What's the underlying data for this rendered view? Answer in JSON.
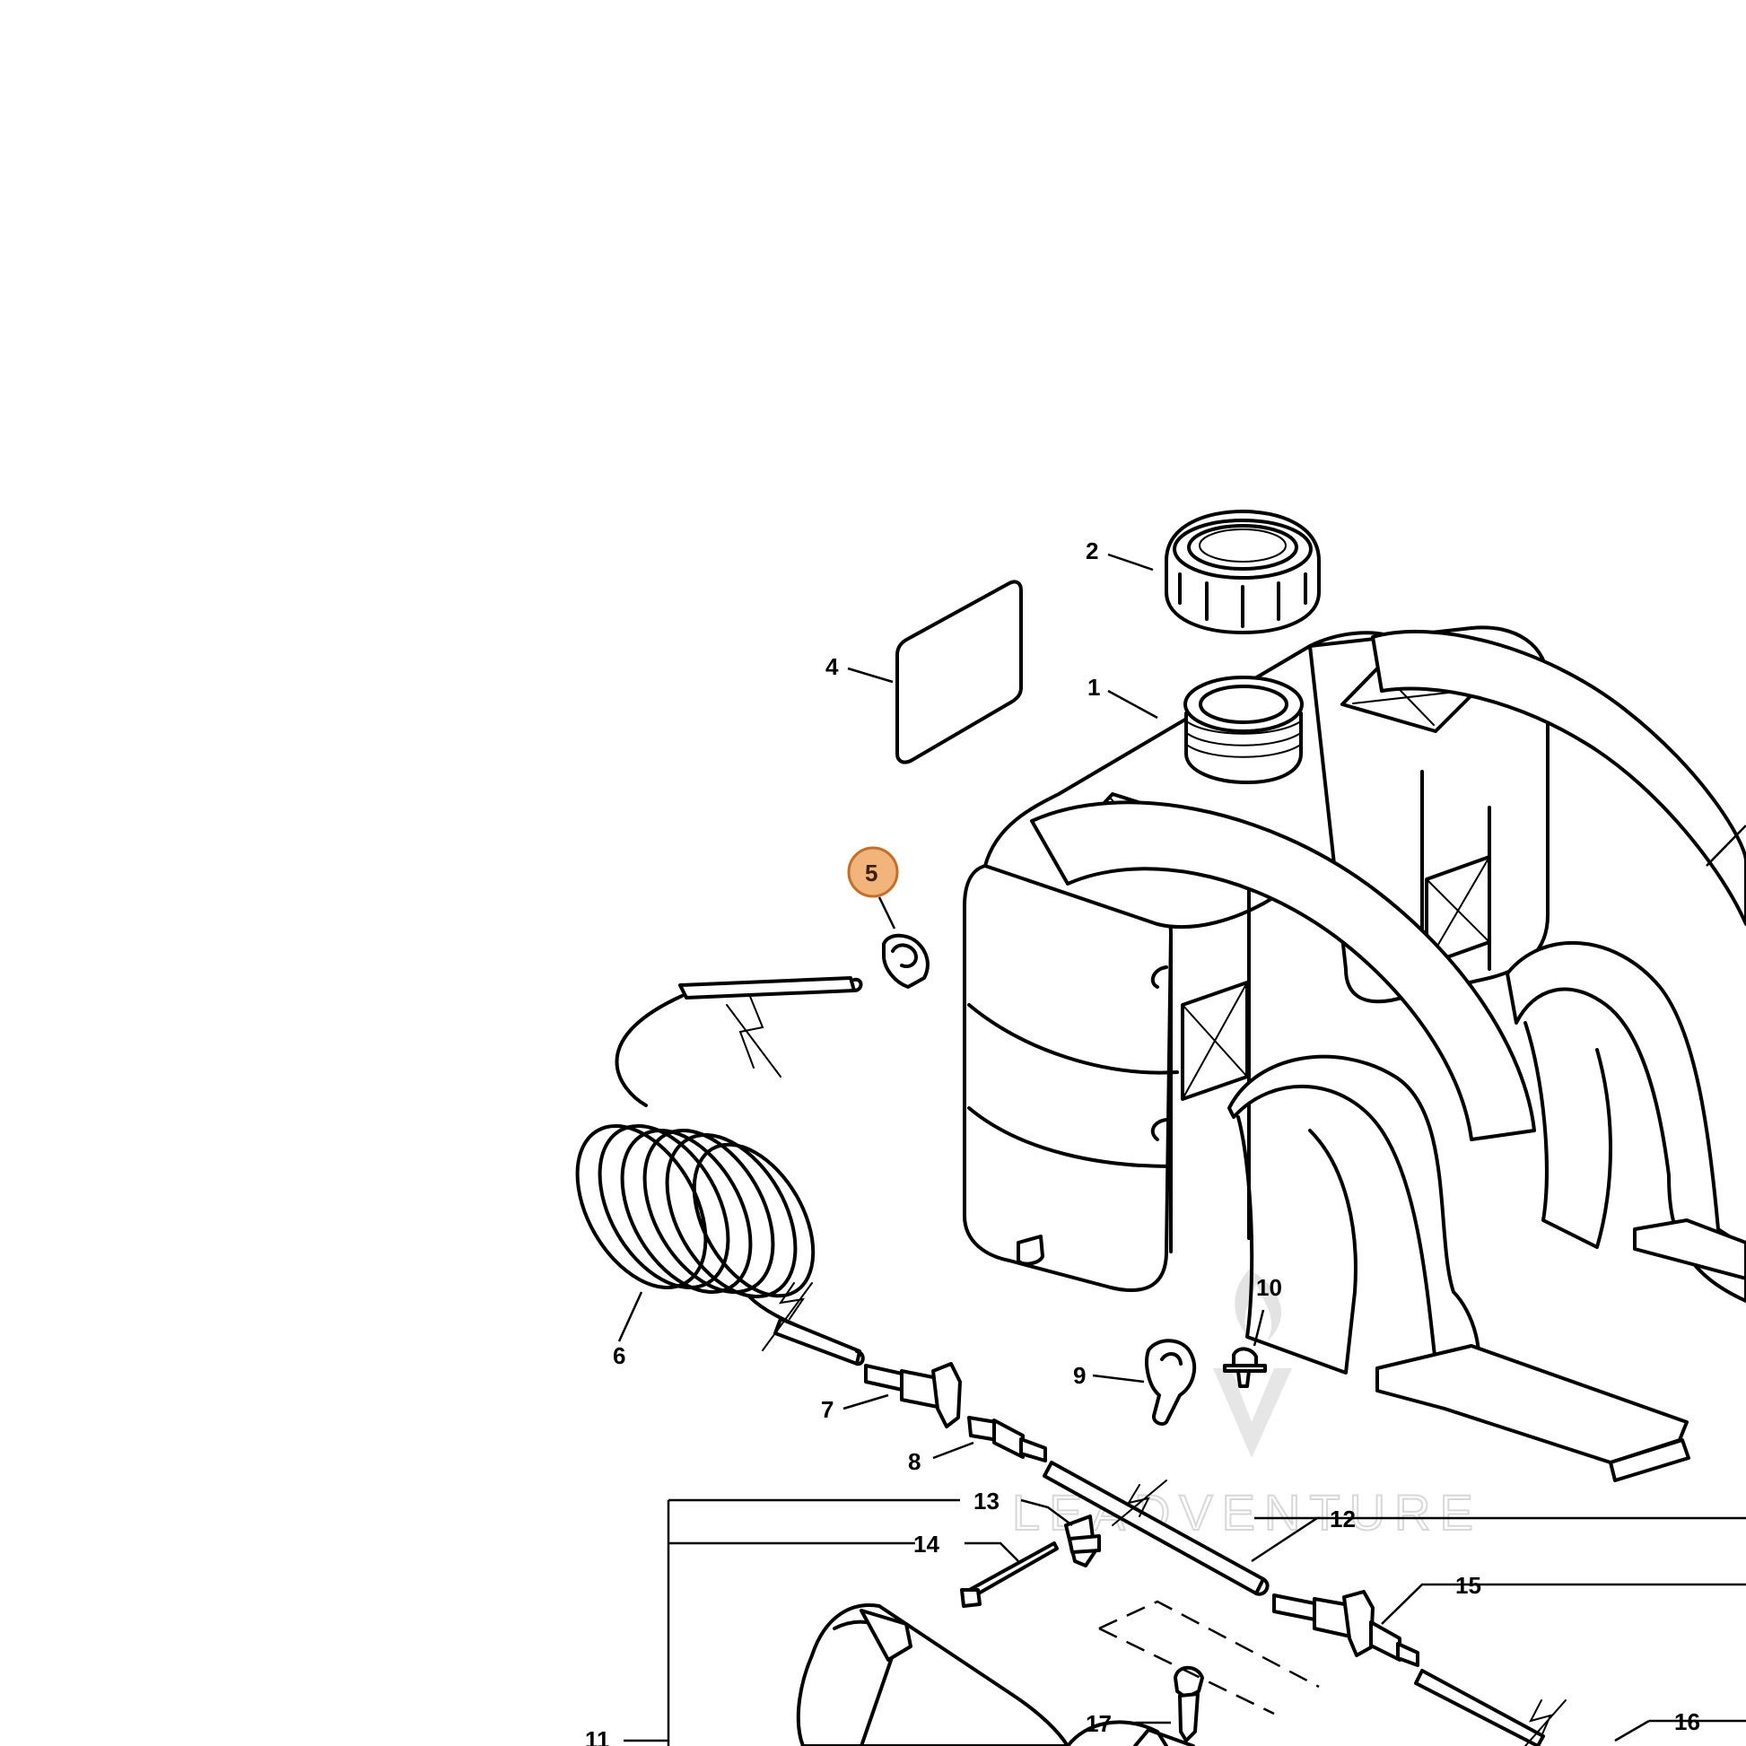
{
  "callouts": {
    "c1": "1",
    "c2": "2",
    "c4": "4",
    "c5": "5",
    "c6": "6",
    "c7": "7",
    "c8": "8",
    "c9": "9",
    "c10": "10",
    "c11": "11",
    "c12": "12",
    "c13": "13",
    "c14": "14",
    "c15": "15",
    "c16": "16",
    "c17": "17"
  },
  "highlight": {
    "color": "#f1b47a",
    "border": "#c96d22",
    "part": "5"
  },
  "watermark": {
    "text": "LEADVENTURE",
    "color": "#d8d8d8"
  }
}
